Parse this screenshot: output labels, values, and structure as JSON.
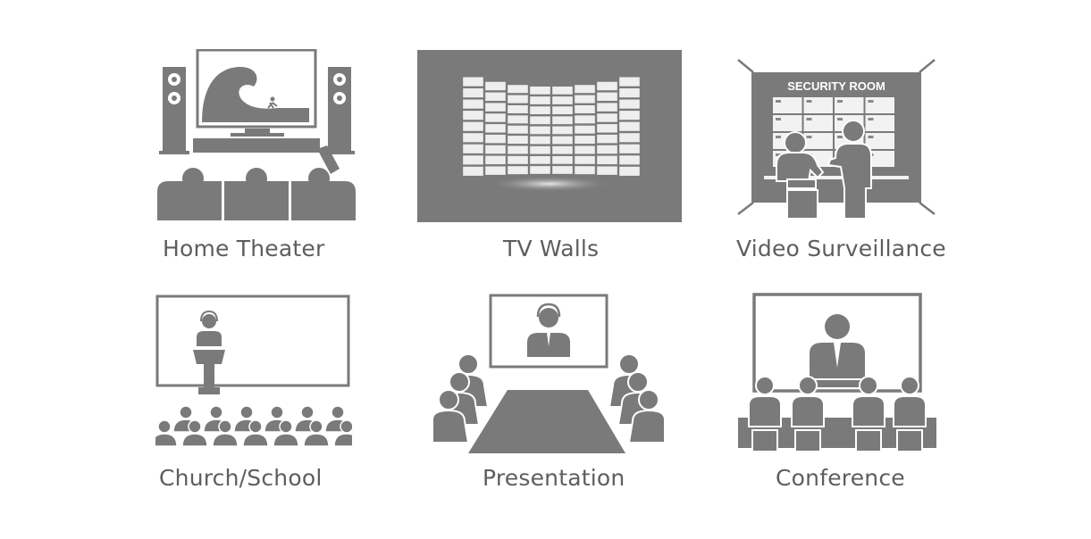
{
  "colors": {
    "icon": "#7a7a7a",
    "icon_dark": "#6e6e6e",
    "text": "#5e5e5e",
    "background": "#ffffff"
  },
  "tiles": [
    {
      "id": "home-theater",
      "label": "Home Theater",
      "icon": "home-theater-icon"
    },
    {
      "id": "tv-walls",
      "label": "TV Walls",
      "icon": "tv-wall-icon"
    },
    {
      "id": "video-surveillance",
      "label": "Video Surveillance",
      "icon": "security-room-icon",
      "sign": "SECURITY ROOM"
    },
    {
      "id": "church-school",
      "label": "Church/School",
      "icon": "church-school-icon"
    },
    {
      "id": "presentation",
      "label": "Presentation",
      "icon": "presentation-icon"
    },
    {
      "id": "conference",
      "label": "Conference",
      "icon": "conference-icon"
    }
  ]
}
